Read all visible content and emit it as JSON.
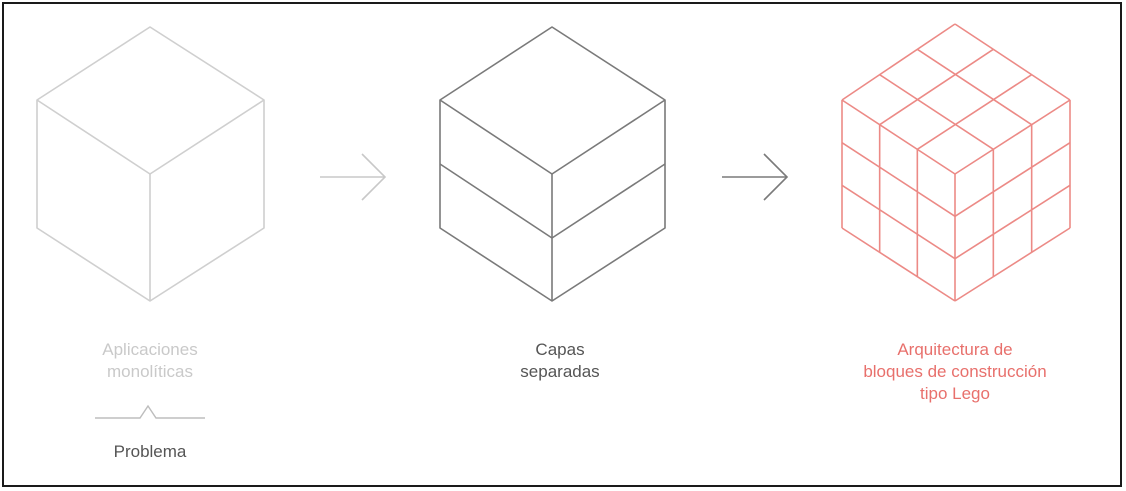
{
  "stages": [
    {
      "label": "Aplicaciones\nmonolíticas"
    },
    {
      "label": "Capas\nseparadas"
    },
    {
      "label": "Arquitectura de\nbloques de construcción\ntipo Lego"
    }
  ],
  "problem_label": "Problema",
  "colors": {
    "monolith": "#cfcfcf",
    "layers": "#7a7a7a",
    "lego": "#ec8a86",
    "arrow1": "#c8c8c8",
    "arrow2": "#7a7a7a",
    "caption_light": "#c9c9c9",
    "caption_dark": "#555555",
    "caption_accent": "#e8706c"
  }
}
